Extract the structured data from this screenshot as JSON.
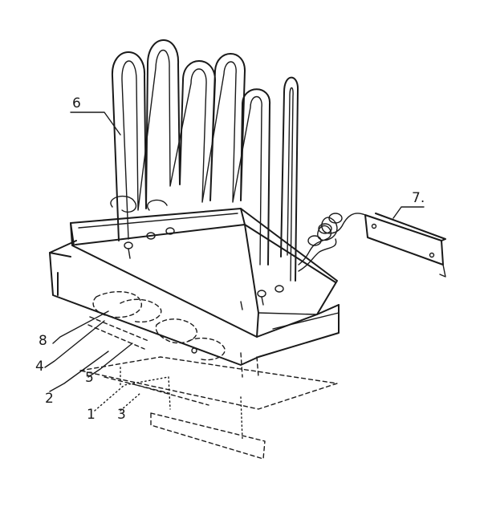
{
  "labels": {
    "l1": "1",
    "l2": "2",
    "l3": "3",
    "l4": "4",
    "l5": "5",
    "l6": "6",
    "l7": "7.",
    "l8": "8"
  }
}
